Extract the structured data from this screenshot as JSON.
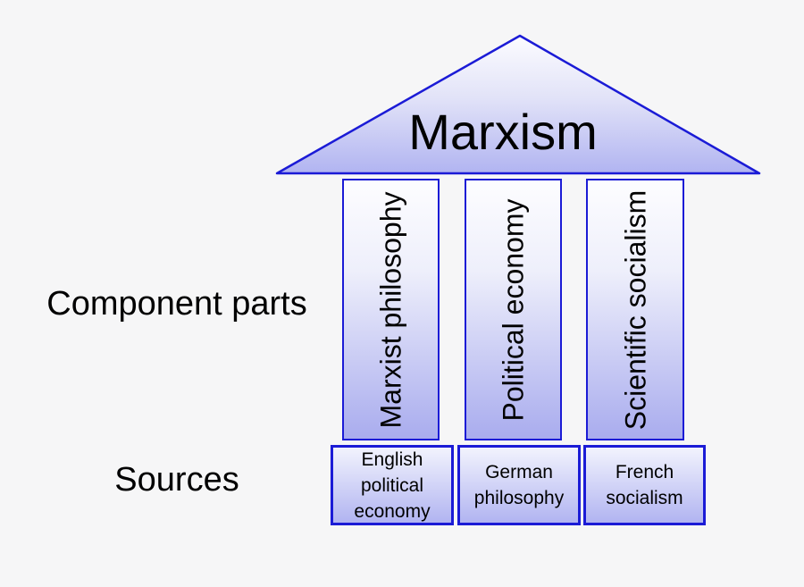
{
  "diagram": {
    "title": "Marxism temple diagram",
    "roof": {
      "label": "Marxism"
    },
    "row_labels": {
      "component_parts": "Component parts",
      "sources": "Sources"
    },
    "pillars": {
      "items": [
        {
          "label": "Marxist philosophy"
        },
        {
          "label": "Political economy"
        },
        {
          "label": "Scientific socialism"
        }
      ]
    },
    "sources": {
      "items": [
        {
          "label": "English political economy"
        },
        {
          "label": "German philosophy"
        },
        {
          "label": "French socialism"
        }
      ]
    },
    "colors": {
      "background": "#f6f6f7",
      "outline_blue": "#1b1bd6",
      "gradient_top": "#fdfdff",
      "gradient_bottom": "#a9acee",
      "text": "#000000"
    }
  }
}
